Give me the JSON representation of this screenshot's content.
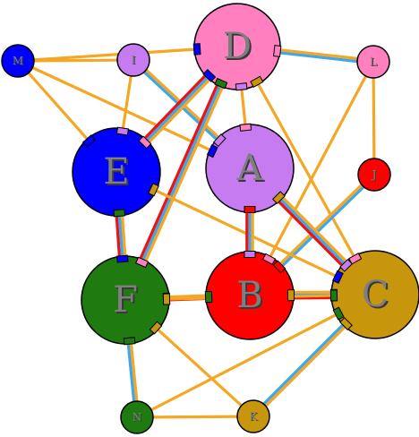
{
  "colors": {
    "orange": "#f5a623",
    "blue": "#3fa7e8",
    "red": "#ee1111",
    "outline": "#000000"
  },
  "nodes": [
    {
      "id": "D",
      "label": "D",
      "color": "#ff7fbf"
    },
    {
      "id": "A",
      "label": "A",
      "color": "#c77bf0"
    },
    {
      "id": "E",
      "label": "E",
      "color": "#0000ff"
    },
    {
      "id": "F",
      "label": "F",
      "color": "#1f7a10"
    },
    {
      "id": "B",
      "label": "B",
      "color": "#ff0000"
    },
    {
      "id": "C",
      "label": "C",
      "color": "#c8960c"
    },
    {
      "id": "M",
      "label": "M",
      "color": "#0000ff"
    },
    {
      "id": "I",
      "label": "I",
      "color": "#c77bf0"
    },
    {
      "id": "L",
      "label": "L",
      "color": "#ff7fbf"
    },
    {
      "id": "J",
      "label": "J",
      "color": "#ff0000"
    },
    {
      "id": "N",
      "label": "N",
      "color": "#1f7a10"
    },
    {
      "id": "K",
      "label": "K",
      "color": "#c8960c"
    }
  ],
  "edges": [
    {
      "from": "M",
      "to": "I",
      "colors": [
        "orange"
      ]
    },
    {
      "from": "M",
      "to": "E",
      "colors": [
        "orange"
      ]
    },
    {
      "from": "M",
      "to": "A",
      "colors": [
        "orange"
      ]
    },
    {
      "from": "M",
      "to": "D",
      "colors": [
        "orange"
      ]
    },
    {
      "from": "I",
      "to": "E",
      "colors": [
        "orange"
      ]
    },
    {
      "from": "I",
      "to": "A",
      "colors": [
        "orange",
        "blue"
      ]
    },
    {
      "from": "D",
      "to": "L",
      "colors": [
        "orange",
        "blue"
      ]
    },
    {
      "from": "D",
      "to": "E",
      "colors": [
        "orange",
        "blue",
        "red"
      ]
    },
    {
      "from": "D",
      "to": "F",
      "colors": [
        "orange",
        "blue",
        "red"
      ]
    },
    {
      "from": "D",
      "to": "A",
      "colors": [
        "orange"
      ]
    },
    {
      "from": "D",
      "to": "C",
      "colors": [
        "orange"
      ]
    },
    {
      "from": "L",
      "to": "J",
      "colors": [
        "orange"
      ]
    },
    {
      "from": "L",
      "to": "B",
      "colors": [
        "orange"
      ]
    },
    {
      "from": "J",
      "to": "B",
      "colors": [
        "blue",
        "orange"
      ]
    },
    {
      "from": "E",
      "to": "F",
      "colors": [
        "orange",
        "blue",
        "red"
      ]
    },
    {
      "from": "E",
      "to": "C",
      "colors": [
        "orange"
      ]
    },
    {
      "from": "A",
      "to": "B",
      "colors": [
        "orange",
        "blue",
        "red"
      ]
    },
    {
      "from": "A",
      "to": "C",
      "colors": [
        "orange",
        "blue",
        "red"
      ]
    },
    {
      "from": "F",
      "to": "B",
      "colors": [
        "orange",
        "red"
      ]
    },
    {
      "from": "F",
      "to": "N",
      "colors": [
        "orange",
        "blue"
      ]
    },
    {
      "from": "F",
      "to": "K",
      "colors": [
        "orange"
      ]
    },
    {
      "from": "B",
      "to": "C",
      "colors": [
        "orange",
        "blue",
        "red"
      ]
    },
    {
      "from": "C",
      "to": "N",
      "colors": [
        "orange"
      ]
    },
    {
      "from": "C",
      "to": "K",
      "colors": [
        "orange",
        "blue"
      ]
    },
    {
      "from": "C",
      "to": "F",
      "colors": [
        "orange"
      ]
    },
    {
      "from": "N",
      "to": "K",
      "colors": [
        "orange"
      ]
    }
  ]
}
